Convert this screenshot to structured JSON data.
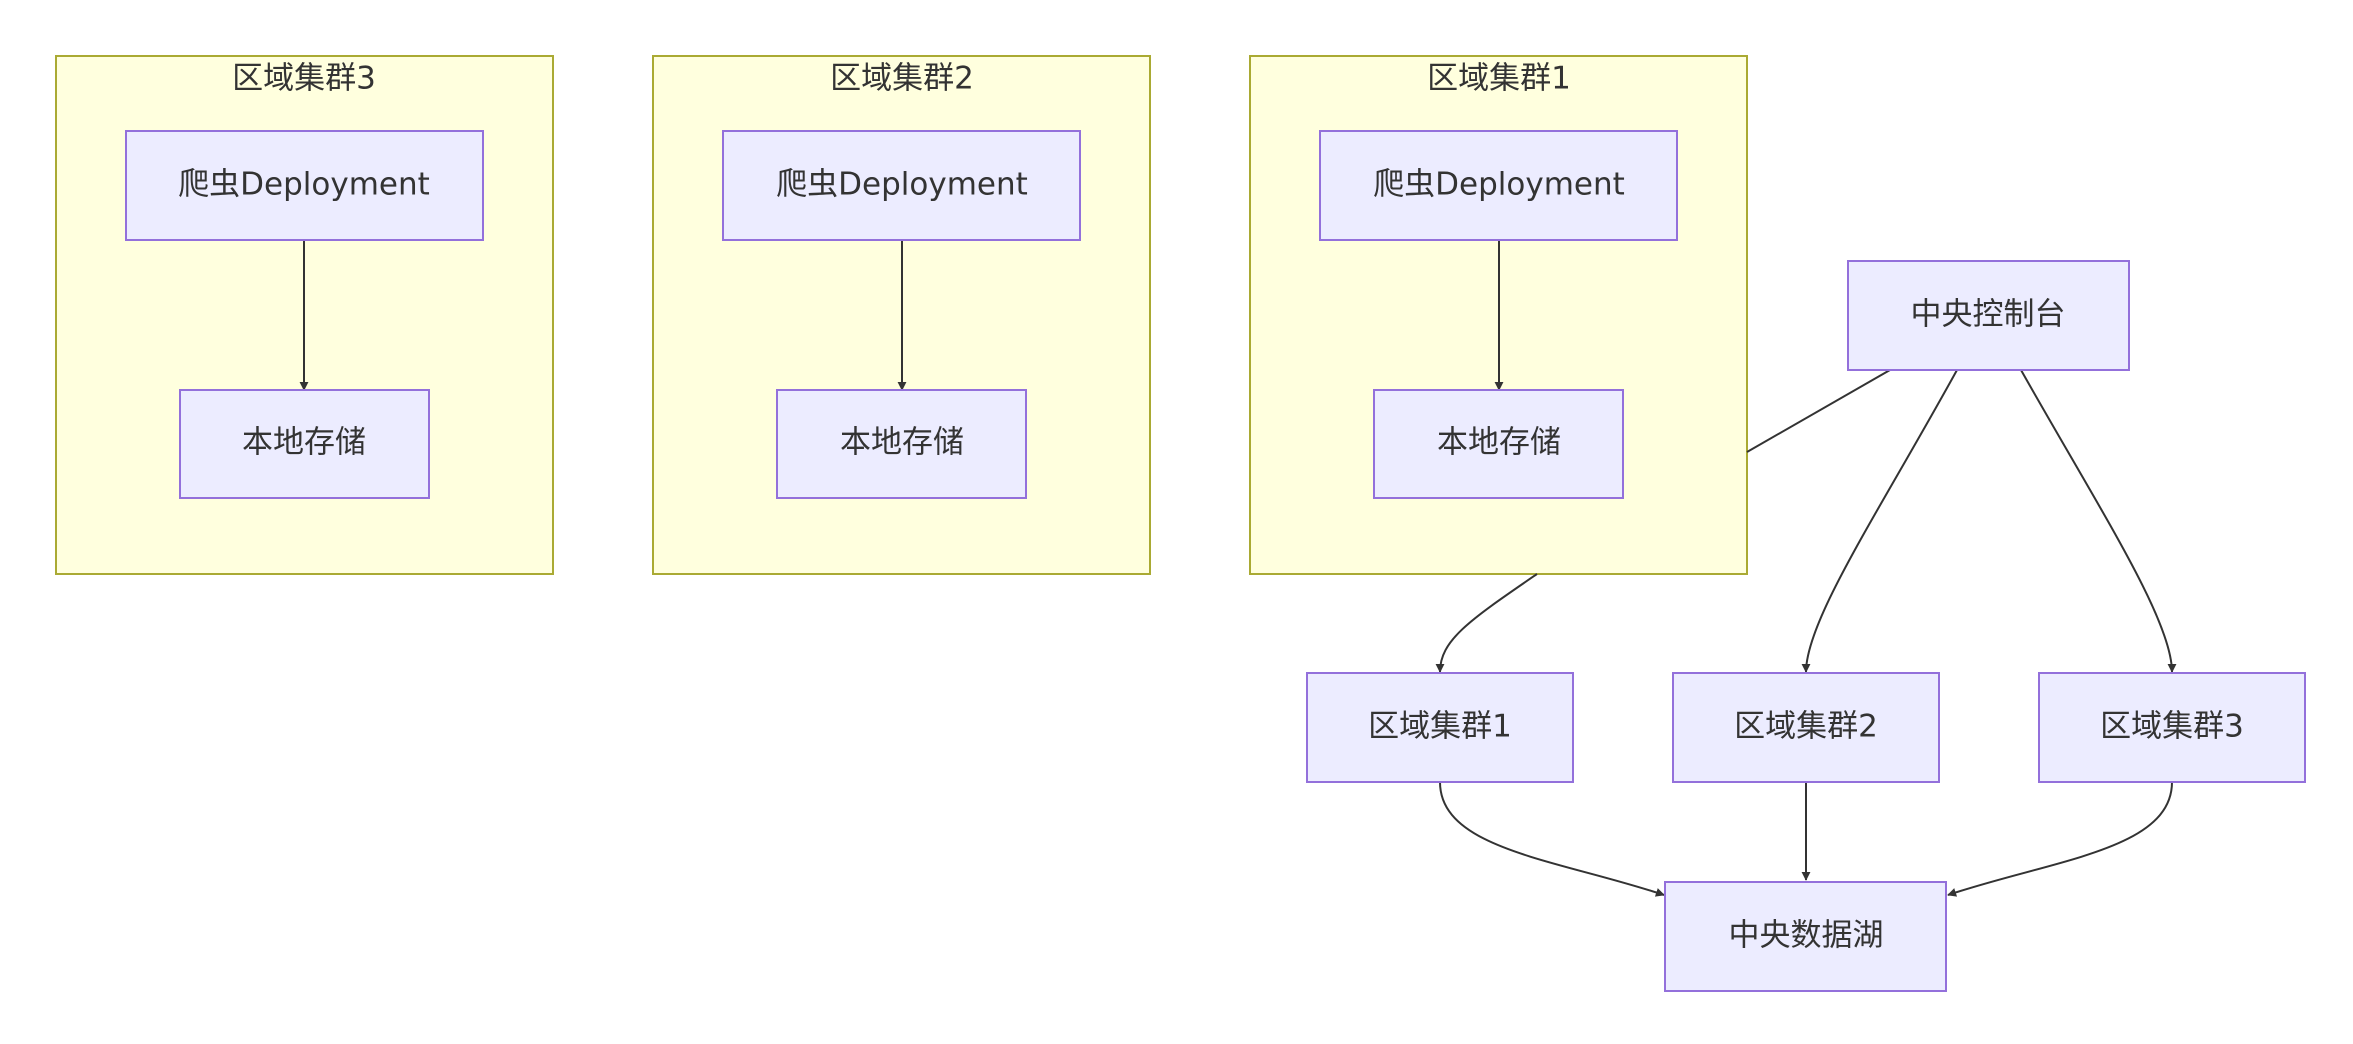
{
  "clusters": {
    "c3": {
      "title": "区域集群3",
      "deployment": "爬虫Deployment",
      "storage": "本地存储"
    },
    "c2": {
      "title": "区域集群2",
      "deployment": "爬虫Deployment",
      "storage": "本地存储"
    },
    "c1": {
      "title": "区域集群1",
      "deployment": "爬虫Deployment",
      "storage": "本地存储"
    }
  },
  "nodes": {
    "console": "中央控制台",
    "region1": "区域集群1",
    "region2": "区域集群2",
    "region3": "区域集群3",
    "datalake": "中央数据湖"
  },
  "colors": {
    "cluster_fill": "#ffffde",
    "cluster_stroke": "#aaaa33",
    "node_fill": "#ececff",
    "node_stroke": "#9370db",
    "edge": "#333333",
    "text": "#333333"
  }
}
